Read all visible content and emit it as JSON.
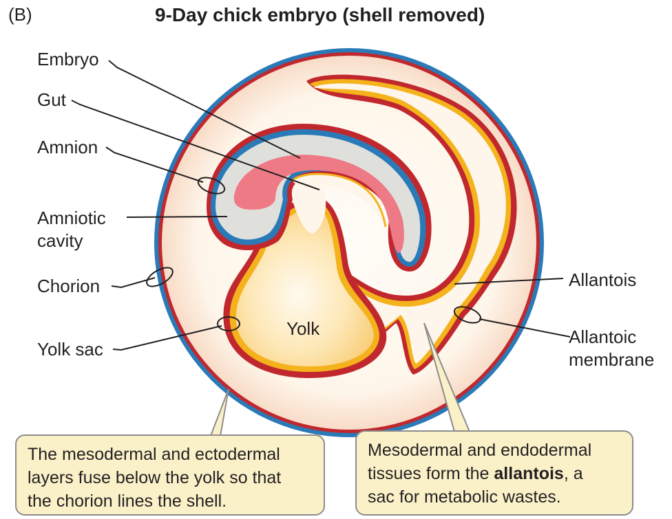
{
  "panel_label": "(B)",
  "title": "9-Day chick embryo (shell removed)",
  "labels": {
    "embryo": "Embryo",
    "gut": "Gut",
    "amnion": "Amnion",
    "amniotic_cavity": [
      "Amniotic",
      "cavity"
    ],
    "chorion": "Chorion",
    "yolk_sac": "Yolk sac",
    "yolk": "Yolk",
    "allantois": "Allantois",
    "allantoic_membrane": [
      "Allantoic",
      "membrane"
    ]
  },
  "callouts": {
    "left": [
      "The mesodermal and ectodermal",
      "layers fuse below the yolk so that",
      "the chorion lines the shell."
    ],
    "right_line1": "Mesodermal and endodermal",
    "right_line2_pre": "tissues form the ",
    "right_line2_bold": "allantois",
    "right_line2_post": ", a",
    "right_line3": "sac for metabolic wastes."
  },
  "colors": {
    "shell_outer": "#2a7ab8",
    "membrane_red": "#c0282e",
    "membrane_yellow": "#f4b21c",
    "embryo_pink": "#ee7a86",
    "amniotic_gray": "#dfe0dc",
    "yolk": "#fde2a0",
    "interior": "#fef6ea",
    "callout_fill": "#fbf1c9"
  }
}
